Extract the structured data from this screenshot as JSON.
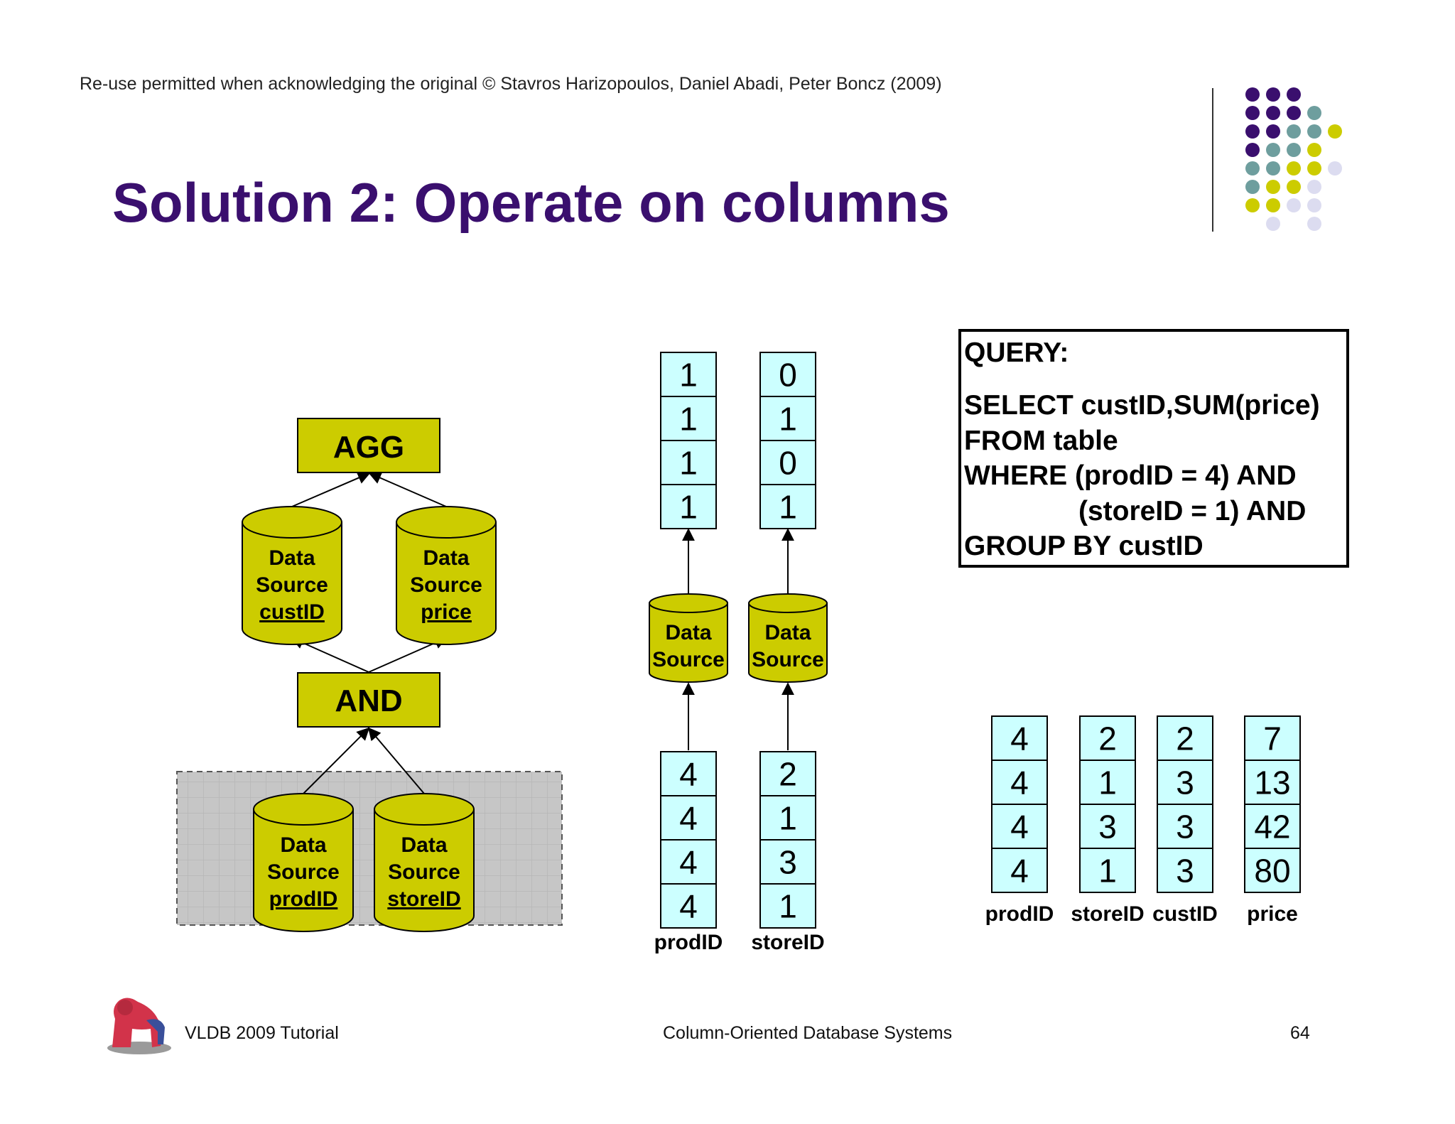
{
  "header": {
    "copyright": "Re-use permitted when acknowledging the original © Stavros Harizopoulos, Daniel Abadi, Peter Boncz (2009)",
    "title": "Solution 2: Operate on columns"
  },
  "plan": {
    "agg_label": "AGG",
    "and_label": "AND",
    "sources": [
      {
        "line1": "Data",
        "line2": "Source",
        "column": "custID"
      },
      {
        "line1": "Data",
        "line2": "Source",
        "column": "price"
      },
      {
        "line1": "Data",
        "line2": "Source",
        "column": "prodID"
      },
      {
        "line1": "Data",
        "line2": "Source",
        "column": "storeID"
      }
    ]
  },
  "middle": {
    "bitvectors": [
      {
        "values": [
          "1",
          "1",
          "1",
          "1"
        ]
      },
      {
        "values": [
          "0",
          "1",
          "0",
          "1"
        ]
      }
    ],
    "sources": [
      {
        "line1": "Data",
        "line2": "Source"
      },
      {
        "line1": "Data",
        "line2": "Source"
      }
    ],
    "columns": [
      {
        "values": [
          "4",
          "4",
          "4",
          "4"
        ],
        "label": "prodID"
      },
      {
        "values": [
          "2",
          "1",
          "3",
          "1"
        ],
        "label": "storeID"
      }
    ]
  },
  "query": {
    "heading": "QUERY:",
    "lines": [
      "SELECT custID,SUM(price)",
      "FROM table",
      "WHERE (prodID = 4) AND",
      "(storeID = 1) AND",
      "GROUP BY custID"
    ]
  },
  "table": {
    "columns": [
      {
        "values": [
          "4",
          "4",
          "4",
          "4"
        ],
        "label": "prodID"
      },
      {
        "values": [
          "2",
          "1",
          "3",
          "1"
        ],
        "label": "storeID"
      },
      {
        "values": [
          "2",
          "3",
          "3",
          "3"
        ],
        "label": "custID"
      },
      {
        "values": [
          "7",
          "13",
          "42",
          "80"
        ],
        "label": "price"
      }
    ]
  },
  "footer": {
    "left": "VLDB 2009 Tutorial",
    "center": "Column-Oriented Database Systems",
    "page": "64"
  },
  "colors": {
    "title": "#3a0f6e",
    "box_fill": "#cccc00",
    "cell_fill": "#ccffff",
    "dot_purple": "#3a0f6e",
    "dot_teal": "#6e9e9e",
    "dot_yellow": "#cccc00",
    "dot_lavender": "#dcdcf0",
    "shade": "#c6c6c6"
  }
}
